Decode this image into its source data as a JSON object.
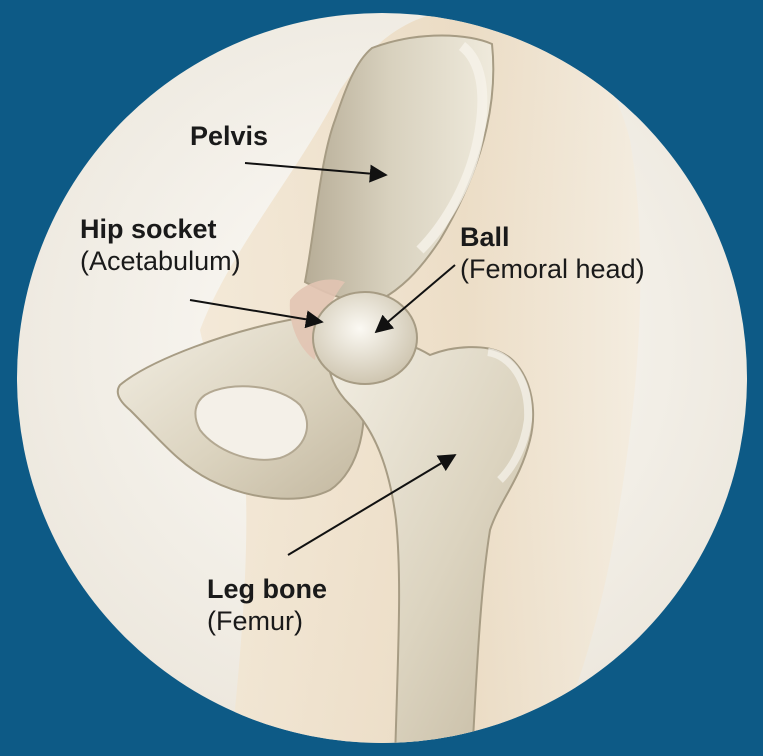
{
  "colors": {
    "background": "#0d5a86",
    "circle": "#f8f6f1",
    "bone": "#e9e3d3",
    "bone_shadow": "#b9ae98",
    "skin": "#efe2cd",
    "text": "#1a1a1a",
    "arrow": "#111111"
  },
  "labels": {
    "pelvis": {
      "main": "Pelvis"
    },
    "socket": {
      "main": "Hip socket",
      "sub": "(Acetabulum)"
    },
    "ball": {
      "main": "Ball",
      "sub": "(Femoral head)"
    },
    "femur": {
      "main": "Leg bone",
      "sub": "(Femur)"
    }
  }
}
